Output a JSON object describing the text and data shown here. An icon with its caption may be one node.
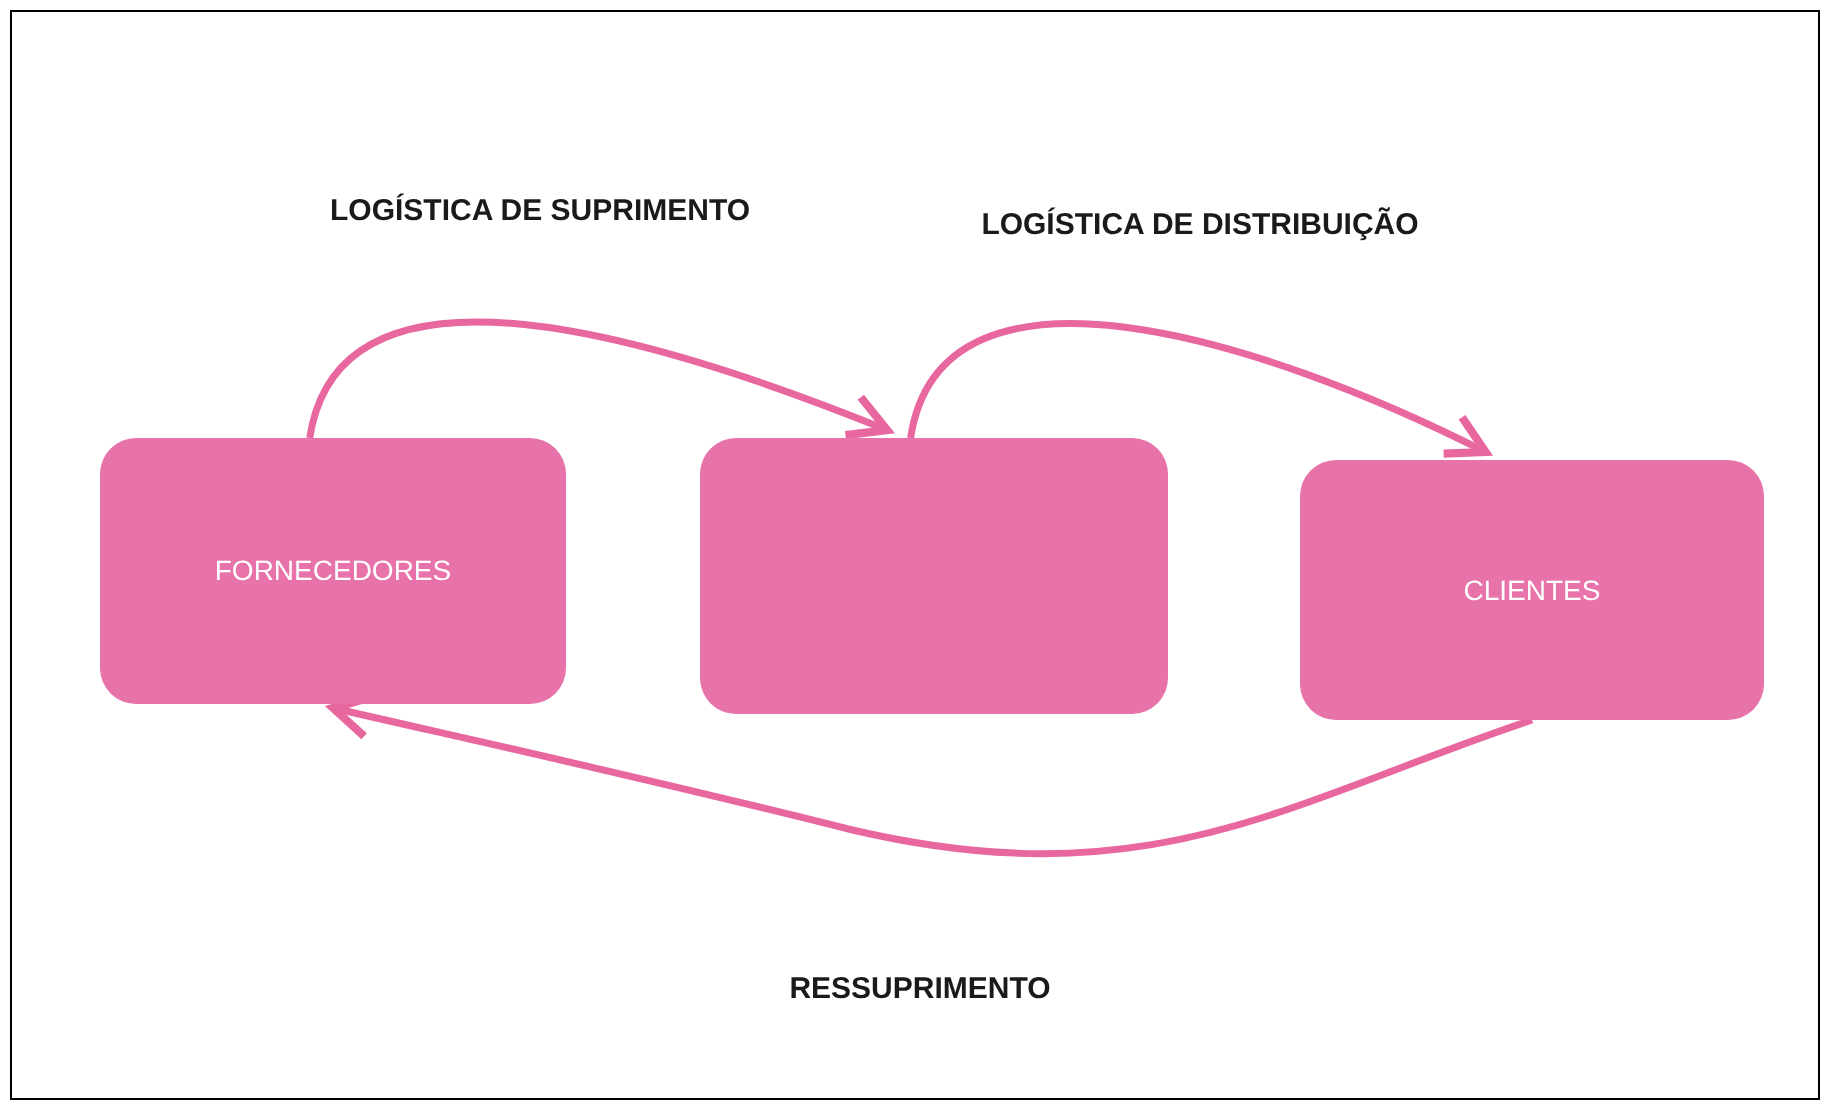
{
  "diagram": {
    "nodes": [
      {
        "text": [
          "FORNECEDORES"
        ]
      },
      {
        "text": [],
        "shape": "box"
      },
      {
        "text": [
          "CLIENTES"
        ]
      }
    ],
    "edges": [
      {
        "from": 0,
        "to": 1,
        "arrow": "to",
        "label": "LOGÍSTICA DE SUPRIMENTO"
      },
      {
        "from": 1,
        "to": 2,
        "arrow": "to",
        "label": "LOGÍSTICA DE DISTRIBUIÇÃO"
      },
      {
        "from": 2,
        "to": 0,
        "arrow": "to",
        "label": "RESSUPRIMENTO"
      }
    ]
  }
}
